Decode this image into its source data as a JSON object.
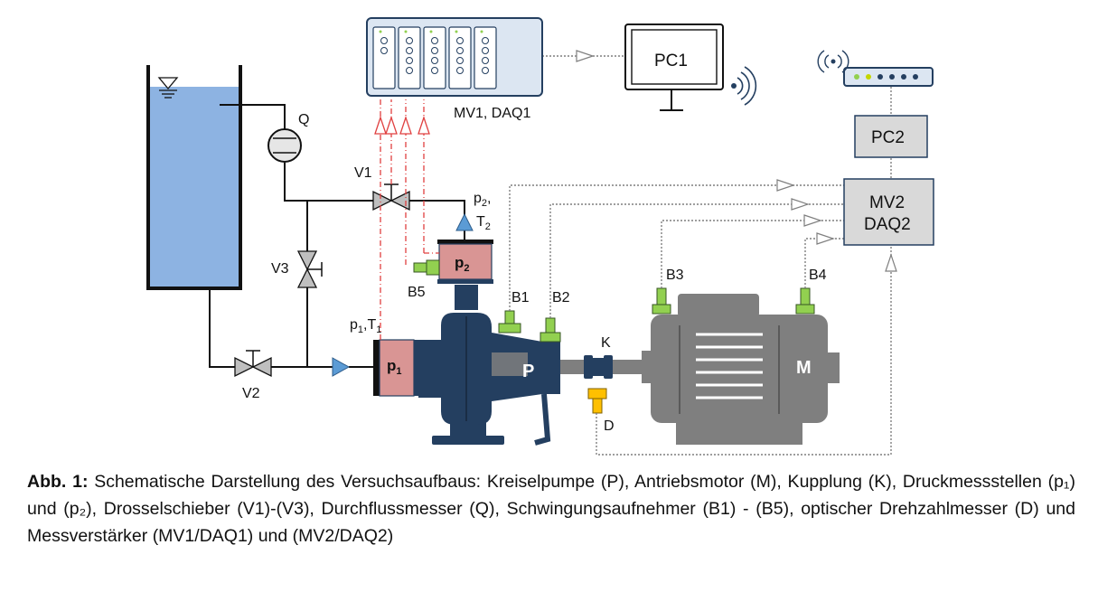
{
  "labels": {
    "Q": "Q",
    "V1": "V1",
    "V2": "V2",
    "V3": "V3",
    "p2_head": "p",
    "p2_sub": "2",
    "p2_comma": ",",
    "T2_head": "T",
    "T2_sub": "2",
    "p1T1_a": "p",
    "p1T1_a_sub": "1",
    "p1T1_b": ",T",
    "p1T1_b_sub": "1",
    "p1_box": "p",
    "p1_box_sub": "1",
    "p2_box": "p",
    "p2_box_sub": "2",
    "B1": "B1",
    "B2": "B2",
    "B3": "B3",
    "B4": "B4",
    "B5": "B5",
    "P": "P",
    "M": "M",
    "K": "K",
    "D": "D",
    "MV1_DAQ1": "MV1, DAQ1",
    "PC1": "PC1",
    "PC2": "PC2",
    "MV2": "MV2",
    "DAQ2": "DAQ2"
  },
  "colors": {
    "water": "#8db3e2",
    "pump": "#243f60",
    "motor": "#7f7f7f",
    "sensor": "#92d050",
    "tachometer": "#ffc000",
    "pressure_chamber": "#d99594",
    "signal_red": "#e04040",
    "box_fill": "#d9d9d9",
    "daq_fill": "#dce6f2"
  },
  "caption": {
    "prefix": "Abb. 1:",
    "text": " Schematische Darstellung des Versuchsaufbaus: Kreiselpumpe (P), Antriebsmotor (M), Kupplung (K), Druckmessstellen (p₁) und (p₂), Drosselschieber (V1)-(V3), Durchflussmesser (Q), Schwingungsaufnehmer (B1) - (B5), optischer Drehzahlmesser (D) und Messverstärker (MV1/DAQ1) und (MV2/DAQ2)"
  }
}
